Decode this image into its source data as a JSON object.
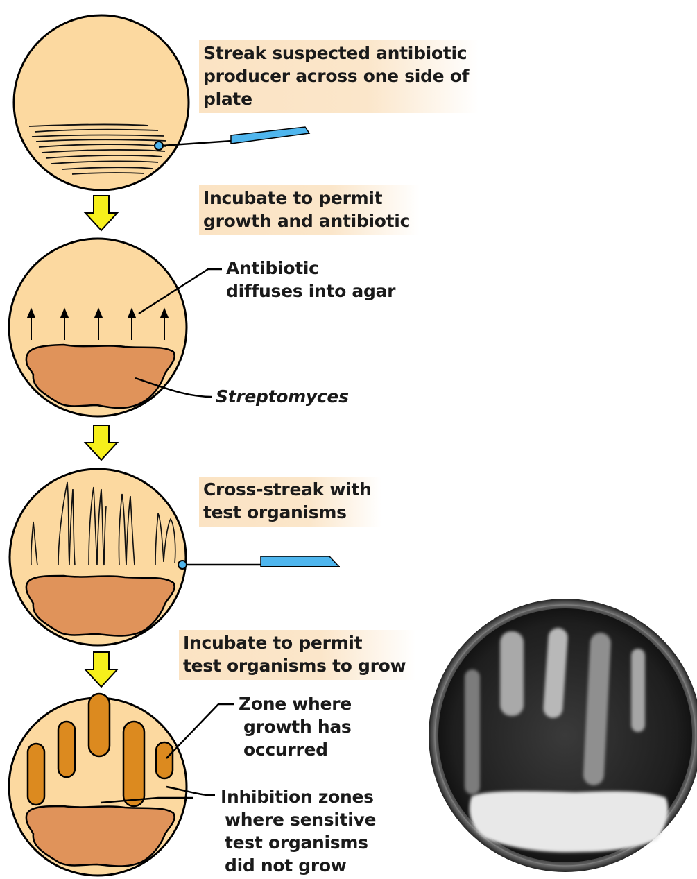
{
  "steps": {
    "step1_label": [
      "Streak suspected antibiotic",
      "producer across one side of",
      "plate"
    ],
    "step2_label": [
      "Incubate to permit",
      "growth and antibiotic"
    ],
    "step3_label": [
      "Cross-streak with",
      "test organisms"
    ],
    "step4_label": [
      "Incubate to permit",
      "test organisms to grow"
    ]
  },
  "callouts": {
    "diffuses": [
      "Antibiotic",
      "diffuses into agar"
    ],
    "organism": "Streptomyces",
    "growth_zone": [
      "Zone where",
      "growth has",
      "occurred"
    ],
    "inhibition": [
      "Inhibition zones",
      "where sensitive",
      "test organisms",
      "did not grow"
    ]
  },
  "colors": {
    "plate_fill": "#fcd9a0",
    "colony_fill": "#e0935a",
    "streak_fill": "#dc8a1f",
    "label_bg": "#fbe3c3",
    "arrow_fill": "#f6ef1b",
    "loop_fill": "#4fb6ee"
  }
}
